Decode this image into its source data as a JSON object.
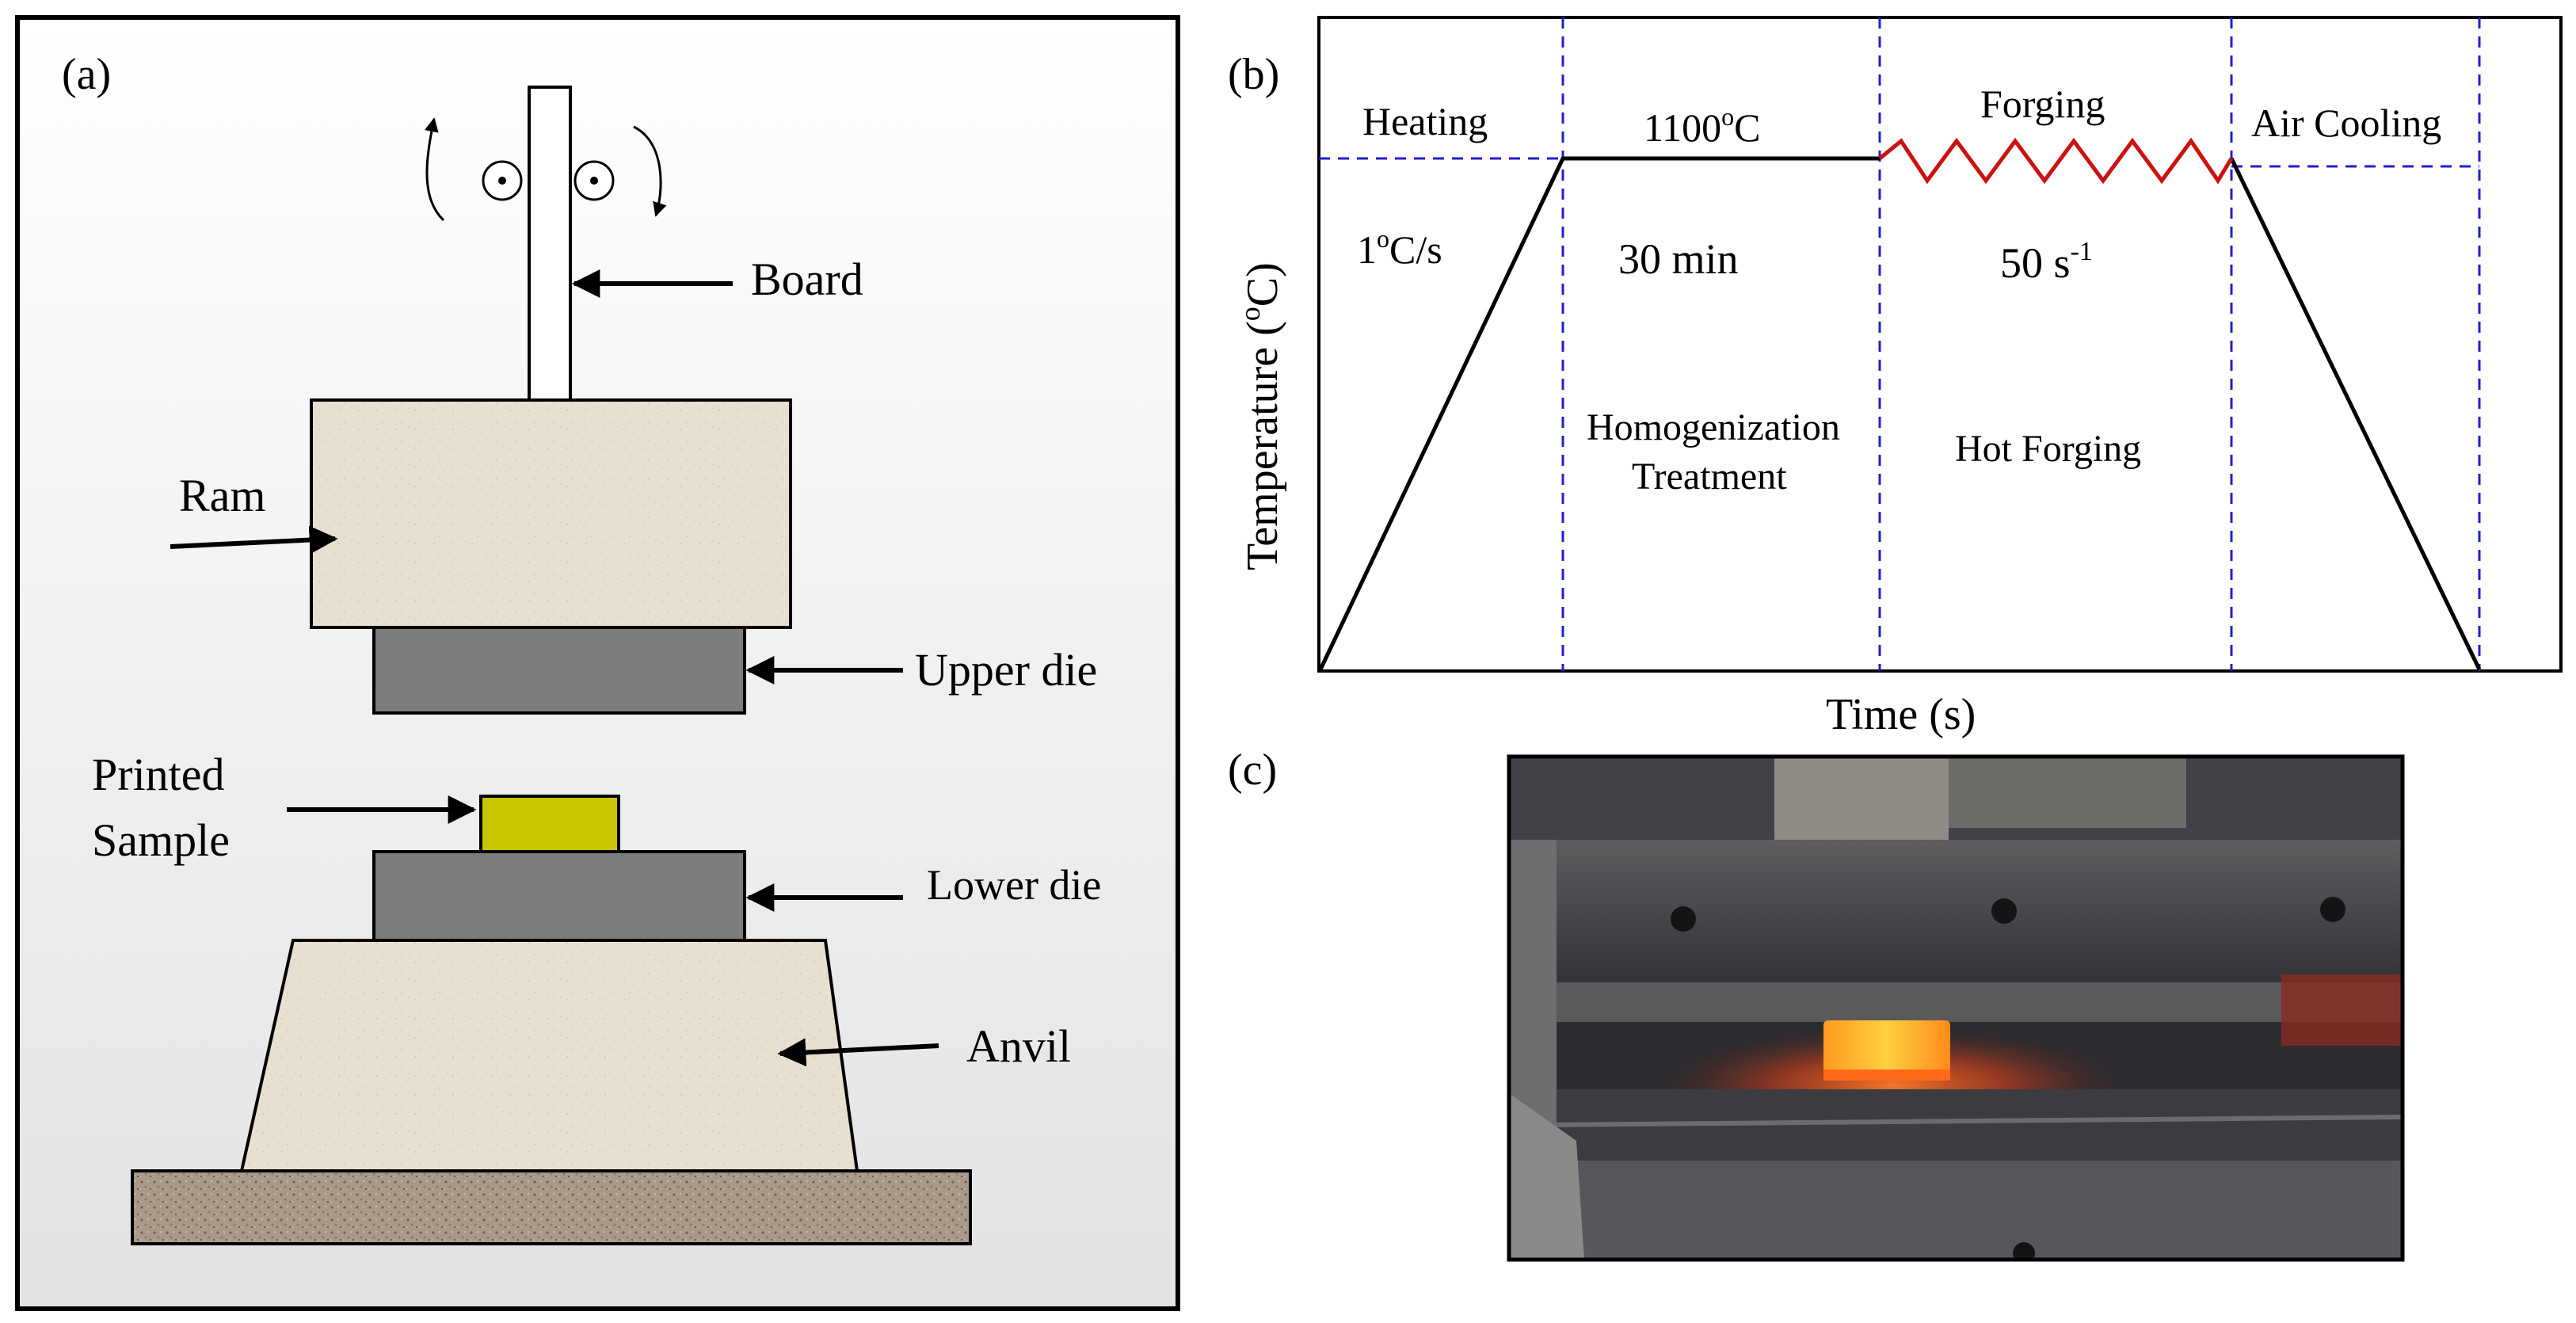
{
  "panel_a": {
    "label": "(a)",
    "labels": {
      "board": "Board",
      "ram": "Ram",
      "upper_die": "Upper die",
      "printed_sample_line1": "Printed",
      "printed_sample_line2": "Sample",
      "lower_die": "Lower die",
      "anvil": "Anvil"
    },
    "colors": {
      "ram_fill": "#e7dfd0",
      "die_fill": "#7c7c7c",
      "sample_fill": "#c9c400",
      "base_fill": "#a8998a",
      "background_top": "#ffffff",
      "background_bottom": "#e3e3e3"
    }
  },
  "panel_b": {
    "label": "(b)",
    "texts": {
      "heating": "Heating",
      "temp": "1100",
      "temp_sup": "o",
      "temp_unit": "C",
      "forging": "Forging",
      "air_cooling": "Air Cooling",
      "rate_pre": "1",
      "rate_sup": "o",
      "rate_post": "C/s",
      "hold_time": "30 min",
      "strain_rate": "50 s",
      "strain_rate_sup": "-1",
      "homog_line1": "Homogenization",
      "homog_line2": "Treatment",
      "hot_forging": "Hot Forging",
      "ylabel_pre": "Temperature (",
      "ylabel_sup": "o",
      "ylabel_post": "C)",
      "xlabel": "Time (s)"
    },
    "colors": {
      "profile": "#000000",
      "forging_zigzag": "#cc1111",
      "guide_lines": "#1f1fcc"
    }
  },
  "panel_c": {
    "label": "(c)",
    "photo_description_colors": {
      "hot_sample": "#ffb020",
      "glow": "#ff5a1a",
      "steel": "#3a3c40"
    }
  }
}
